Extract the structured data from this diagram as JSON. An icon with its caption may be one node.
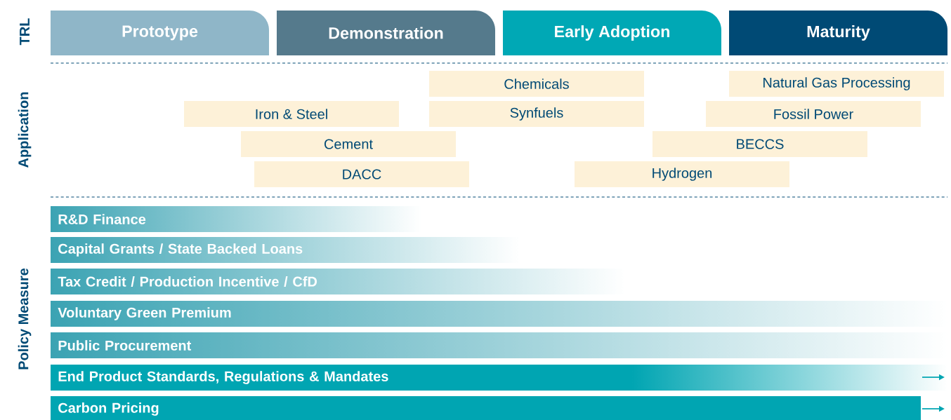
{
  "diagram": {
    "nodes": [
      {
        "text": [
          "Prototype"
        ]
      },
      {
        "text": [
          "Demonstration"
        ]
      },
      {
        "text": [
          "Early Adoption"
        ]
      },
      {
        "text": [
          "Maturity"
        ]
      },
      {
        "text": [
          "Chemicals"
        ]
      },
      {
        "text": [
          "Natural Gas Processing"
        ]
      },
      {
        "text": [
          "Iron & Steel"
        ]
      },
      {
        "text": [
          "Synfuels"
        ]
      },
      {
        "text": [
          "Fossil Power"
        ]
      },
      {
        "text": [
          "Cement"
        ]
      },
      {
        "text": [
          "BECCS"
        ]
      },
      {
        "text": [
          "DACC"
        ]
      },
      {
        "text": [
          "Hydrogen"
        ]
      },
      {
        "text": [
          "R&D Finance"
        ]
      },
      {
        "text": [
          "Capital Grants / State Backed Loans"
        ]
      },
      {
        "text": [
          "Tax Credit / Production Incentive / CfD"
        ]
      },
      {
        "text": [
          "Voluntary Green Premium"
        ]
      },
      {
        "text": [
          "Public Procurement"
        ]
      },
      {
        "text": [
          "End Product Standards, Regulations & Mandates"
        ]
      },
      {
        "text": [
          "Carbon Pricing"
        ]
      }
    ],
    "labels": [
      "TRL",
      "Application",
      "Policy Measure"
    ]
  }
}
